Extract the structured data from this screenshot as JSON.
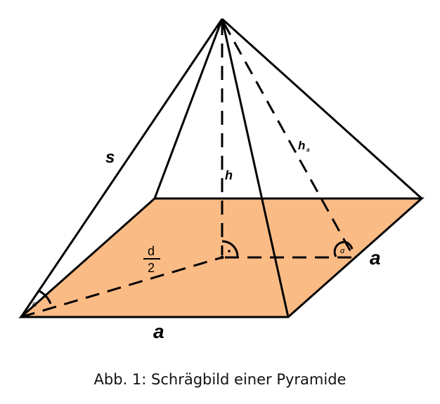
{
  "figure": {
    "caption": "Abb. 1: Schrägbild einer Pyramide",
    "base_fill_color": "#FBBB85",
    "line_color": "#000000",
    "labels": {
      "side_edge": "s",
      "height": "h",
      "apothem": "h",
      "apothem_sub": "a",
      "half_diag_num": "d",
      "half_diag_den": "2",
      "base_front": "a",
      "base_right": "a",
      "angle_alpha": "α",
      "right_angle_dot": "·"
    }
  }
}
